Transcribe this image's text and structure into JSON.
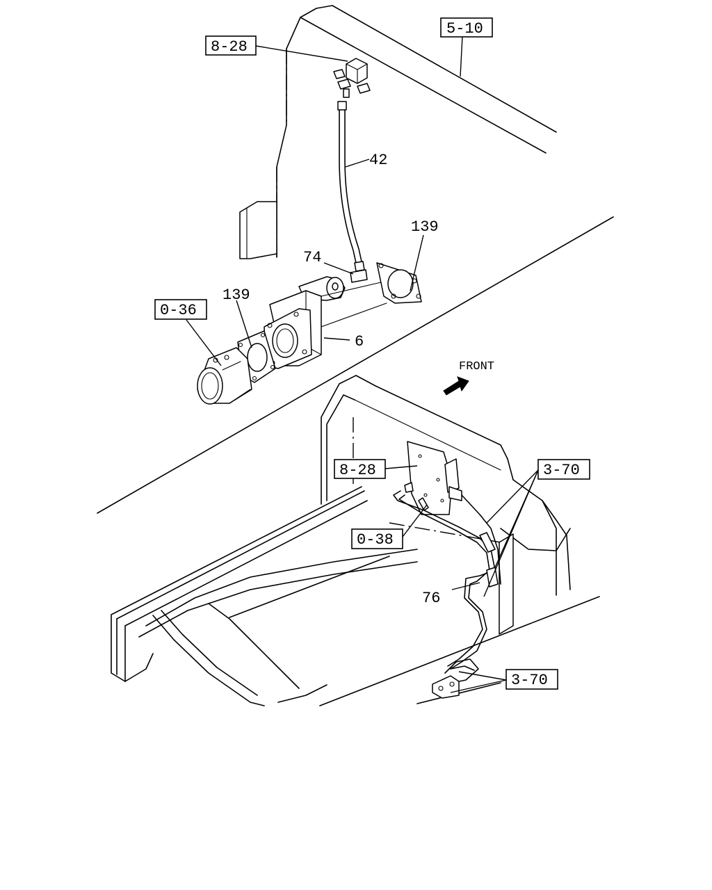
{
  "front_label": "FRONT",
  "callouts": {
    "ref_5_10": "5-10",
    "ref_8_28_top": "8-28",
    "ref_0_36": "0-36",
    "ref_8_28_bottom": "8-28",
    "ref_3_70_upper": "3-70",
    "ref_0_38": "0-38",
    "ref_3_70_lower": "3-70"
  },
  "part_numbers": {
    "hose": "42",
    "gasket_right": "139",
    "elbow": "74",
    "gasket_left": "139",
    "exhaust_brake_valve": "6",
    "pipe": "76"
  }
}
